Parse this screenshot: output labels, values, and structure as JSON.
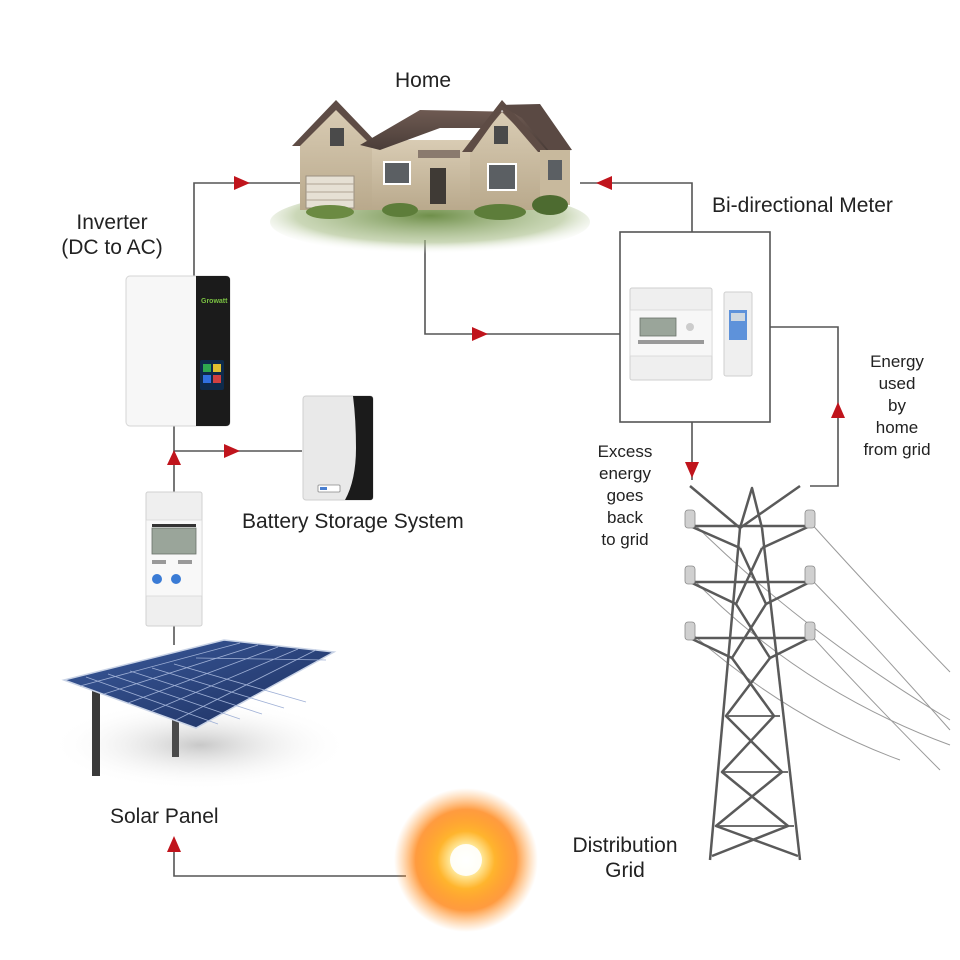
{
  "labels": {
    "home": "Home",
    "inverter": [
      "Inverter",
      "(DC to AC)"
    ],
    "meter": "Bi-directional Meter",
    "battery": "Battery Storage System",
    "solar": "Solar Panel",
    "grid": [
      "Distribution",
      "Grid"
    ],
    "excess": [
      "Excess",
      "energy",
      "goes",
      "back",
      "to grid"
    ],
    "used": [
      "Energy",
      "used",
      "by",
      "home",
      "from grid"
    ]
  },
  "devices": {
    "inverter_brand": "Growatt"
  },
  "colors": {
    "line": "#555555",
    "arrow": "#c0141c",
    "text": "#222222",
    "device_dark": "#1b1b1b",
    "lcd": "#9aa59a",
    "sun_core": "#fff6c8",
    "sun_glow": "#ff7a00"
  }
}
